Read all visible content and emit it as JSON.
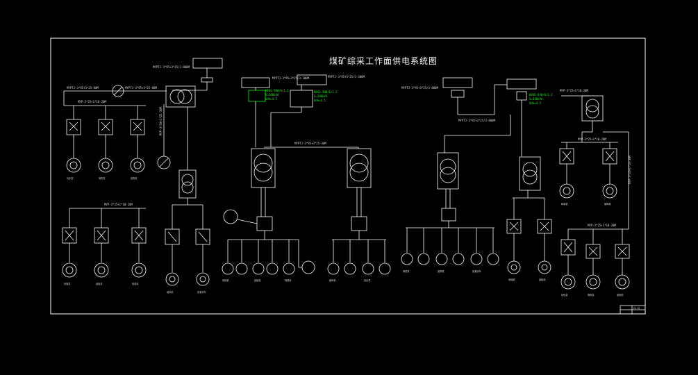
{
  "title": "煤矿综采工作面供电系统图",
  "colors": {
    "background": "#000000",
    "lines": "#ffffff",
    "highlight": "#22ee22"
  },
  "cables": {
    "top_left": "MYPTJ-3*95+3*25/3-800M",
    "upper_left": "MYPTJ-3*95+3*25-80M",
    "upper_mid": "MYPTJ-3*95+3*25/3-300M",
    "middle": "MYPTJ-3*95+3*25-30M",
    "upper_right": "MYPTJ-3*95+3*25/3-800M",
    "right_feed": "MYP-3*25+1*10-20M",
    "right_vertical": "MYP-3*25+1*10-30M",
    "left_feed": "MYP-3*25+1*10-20M",
    "left_mid": "MYP-3*50+1*25-30M"
  },
  "green_notes": [
    [
      "KBSG-500/6/1.2",
      "S=500kVA",
      "Ud%=4.5"
    ],
    [
      "KBSG-500/6/1.2",
      "S=500kVA",
      "Ud%=4.5"
    ],
    [
      "KBSG-630/6/1.2",
      "S=630kVA",
      "Ud%=4.5"
    ]
  ],
  "motor_labels": [
    "采煤机",
    "刮板机",
    "转载机",
    "破碎机",
    "乳化泵",
    "喷雾泵",
    "皮带机",
    "张紧绞车"
  ],
  "title_block": "GS-01"
}
